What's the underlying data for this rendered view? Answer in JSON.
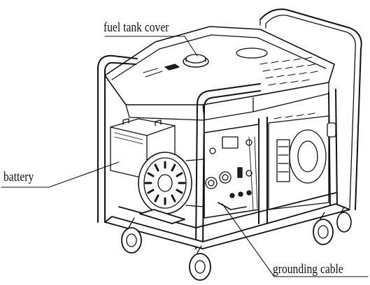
{
  "labels": {
    "fuel_tank_cover": "fuel tank cover",
    "battery": "battery",
    "grounding_cable": "grounding cable"
  },
  "colors": {
    "ink": "#111111",
    "background": "#ffffff"
  }
}
